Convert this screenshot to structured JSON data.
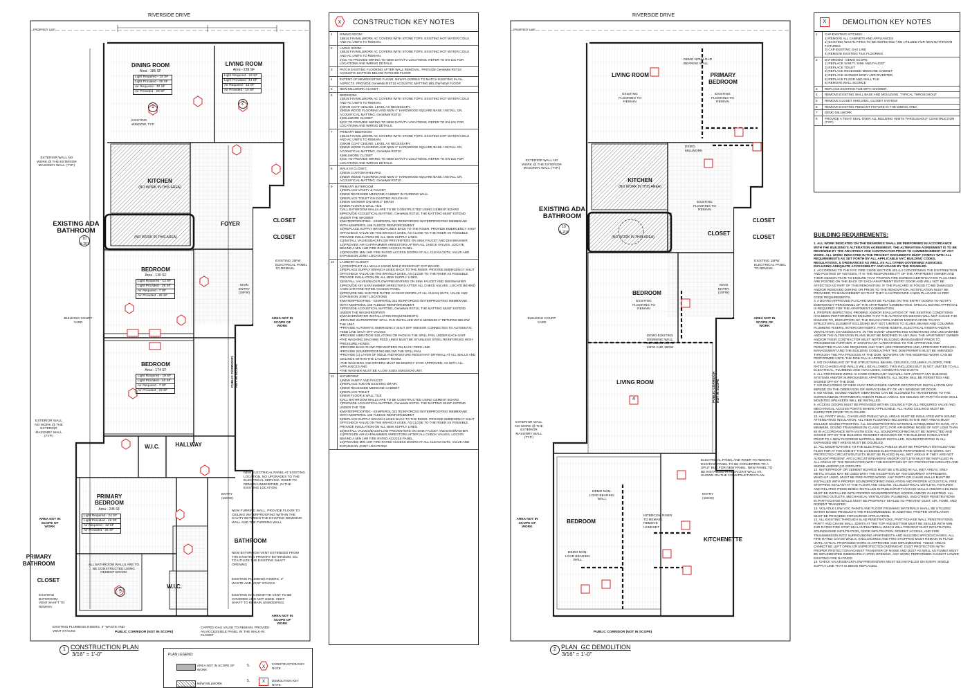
{
  "streets": {
    "left": "RIVERSIDE DRIVE",
    "right": "RIVERSIDE DRIVE",
    "property_line": "PROPERTY LINE"
  },
  "plans": {
    "construction": {
      "number": "1",
      "title": "CONSTRUCTION PLAN",
      "scale": "3/16\" = 1'-0\""
    },
    "demolition": {
      "number": "2",
      "title": "PLAN_GC DEMOLITION",
      "scale": "3/16\" = 1'-0\""
    }
  },
  "construction_rooms": {
    "dining": {
      "name": "DINING ROOM",
      "area": "Area - 186 SF",
      "rows": [
        "Light Required - 19 SF",
        "Light Provided - 45 SF",
        "Air Required - 10 SF",
        "Air Provided - 20 SF"
      ]
    },
    "living": {
      "name": "LIVING ROOM",
      "area": "Area - 239 SF",
      "rows": [
        "Light Required - 24 SF",
        "Light Provided - 44 SF",
        "Air Required - 12 SF",
        "Air Provided - 14 SF"
      ]
    },
    "kitchen": {
      "name": "KITCHEN",
      "sub": "(NO WORK IN THIS AREA)"
    },
    "ada": {
      "name": "EXISTING ADA BATHROOM",
      "sub": "(NO WORK IN THIS AREA)"
    },
    "foyer": {
      "name": "FOYER"
    },
    "closet1": {
      "name": "CLOSET"
    },
    "closet2": {
      "name": "CLOSET"
    },
    "bedroom1": {
      "name": "BEDROOM",
      "area": "Area - 130 SF",
      "rows": [
        "Light Required - 13 SF",
        "Light Provided - 26 SF",
        "Air Required - 7 SF",
        "Air Provided - 26 SF"
      ]
    },
    "bedroom2": {
      "name": "BEDROOM",
      "area": "Area - 174 SF",
      "rows": [
        "Light Required - 18 SF",
        "Light Provided - 40 SF",
        "Air Required - 7 SF",
        "Air Provided - 23 SF"
      ]
    },
    "wic": {
      "name": "W.I.C."
    },
    "hallway": {
      "name": "HALLWAY"
    },
    "primary_bedroom": {
      "name": "PRIMARY BEDROOM",
      "area": "Area - 245 SF",
      "rows": [
        "Light Required - 24 SF",
        "Light Provided - 48 SF",
        "Air Required - 12 SF",
        "Air Provided - 26 SF"
      ]
    },
    "bathroom": {
      "name": "BATHROOM"
    },
    "wic2": {
      "name": "W.I.C."
    },
    "primary_bathroom": {
      "name": "PRIMARY BATHROOM"
    },
    "closet3": {
      "name": "CLOSET"
    }
  },
  "construction_notes": {
    "court_yard": "BUILDING COURT YARD",
    "ext_wall": "EXTERIOR WALL NO WORK @ THE EXTERIOR MASONRY WALL (TYP.)",
    "ext_wall2": "EXTERIOR WALL NO WORK @ THE EXTERIOR MASONRY WALL (TYP.)",
    "existing_window": "EXISTING WINDOW, TYP.",
    "panel": "EXISTING 15FW ELECTRICAL PANEL TO REMAIN.",
    "main_entry": "MAIN ENTRY (15FW)",
    "area_not1": "AREA NOT IN SCOPE OF WORK",
    "area_not2": "AREA NOT IN SCOPE OF WORK",
    "area_not3": "AREA NOT IN SCOPE OF WORK",
    "corridor_v": "PUBLIC CORRIDOR NOT IN SCOPE",
    "corridor_h": "PUBLIC CORRIDOR (NOT IN SCOPE)",
    "new_panel": "NEW ELECTRICAL PANEL AT EXISTING LOCATION. NO UPGRADES TO THE ELECTRICAL SERVICE. RISER TO REMAIN UNMODIFIED, IN THE EXISTING LOCATION.",
    "furring": "NEW FURRING WALL. PROVIDE FLOOR TO CEILING WATERPROOFING WITHIN THE CAVITY BETWEEN THE EXISTING DEMISING WALL AND THE FURRING WALL",
    "bath_walls": "ALL BATHROOM WALLS ARE TO BE CONSTRUCTED USING CEMENT BOARD",
    "vent": "NEW BATHROOM VENT EXTENDED FROM THE EXISTING PRIMARY BATHROOM. GC TO UTILIZE THE EXISTING SHAFT OPENING",
    "plumbing": "EXISTING PLUMBING RISERS, 4\" WASTE AND VENT STACKS",
    "kitchenette_vent": "EXISTING KITCHENETTE VENT TO BE COVERED AND NOT USED. VENT SHAFT TO REMAIN UNMODIFIED.",
    "gas_valve": "CAPPED GAS VALVE TO REMAIN. PROVIDE AN ACCESSIBLE PANEL IN THE WALK-IN CLOSET",
    "bath_vent": "EXISTING BATHROOM VENT SHAFT TO REMAIN.",
    "plumbing2": "EXISTING PLUMBING RISERS, 4\" WASTE AND VENT STACKS",
    "entry": "ENTRY (15GW)"
  },
  "demolition_rooms": {
    "living": "LIVING ROOM",
    "primary": "PRIMARY BEDROOM",
    "kitchen": "KITCHEN",
    "kitchen_sub": "(NO WORK IN THIS AREA)",
    "ada": "EXISTING ADA BATHROOM",
    "ada_sub": "(NO WORK IN THIS AREA)",
    "closet1": "CLOSET",
    "closet2": "CLOSET",
    "closet3": "CLOSET",
    "bedroom": "BEDROOM",
    "living2": "LIVING ROOM",
    "bedroom2": "BEDROOM",
    "kitchenette": "KITCHENETTE"
  },
  "demolition_notes": {
    "demo_wall": "DEMO NON-LOAD BEARING WALL",
    "floor1": "EXISTING FLOORING TO REMAIN",
    "floor2": "EXISTING FLOORING TO REMAIN",
    "floor3": "EXISTING FLOORING TO REMAIN",
    "floor4": "EXISTING FLOORING TO REMAIN",
    "demo_millwork": "DEMO MILLWORK",
    "ext_wall": "EXTERIOR WALL NO WORK @ THE EXTERIOR MASONRY WALL (TYP.)",
    "ext_wall2": "EXTERIOR WALL NO WORK @ THE EXTERIOR MASONRY WALL (TYP.)",
    "court_yard": "BUILDING COURT YARD",
    "panel": "EXISTING 15FW ELECTRICAL PANEL TO REMAIN.",
    "main_entry": "MAIN ENTRY (15FW)",
    "demising": "DEMO EXISTING DEMISING WALL BETWEEN UNITS 15FW AND 15GW",
    "area_not1": "AREA NOT IN SCOPE OF WORK",
    "area_not2": "AREA NOT IN SCOPE OF WORK",
    "corridor_v": "PUBLIC CORRIDOR NOT IN SCOPE",
    "corridor_h": "PUBLIC CORRIDOR (NOT IN SCOPE)",
    "riser": "ELECTRICAL PANEL AND RISER TO REMAIN. EXISTING PANEL TO BE CONVERTED TO A SPLIT BUS FOR NEW PANEL. NEW PANEL TO BE INSTALLED IN ADJACENT WALL AS SHOWN ON THE CONSTRUCTION PLAN.",
    "intercom": "INTERCOM RISER TO REMAIN. REMOVE HANDSET",
    "demo_wall2": "DEMO NON-LOAD BEARING WALL",
    "demo_wall3": "DEMO NON-LOAD BEARING WALL",
    "entry": "ENTRY (15GW)"
  },
  "construction_key_notes": {
    "title": "CONSTRUCTION KEY NOTES",
    "items": [
      {
        "n": "1",
        "t": "DINING ROOM:\n1)BUILT-IN MILLWORK AC COVERS WITH STONE TOPS. EXISTING HOT WATER COILS AND AC UNITS TO REMAIN."
      },
      {
        "n": "2",
        "t": "LIVING ROOM:\n1)BUILT-IN MILLWORK AC COVERS WITH STONE TOPS. EXISTING HOT WATER COILS AND AC UNITS TO REMAIN.\n2)GC TO PROVIDE WIRING TO NEW DATA/TV LOCATIONS. REFER TO EN-101 FOR LOCATIONS AND WIRING DETAILS."
      },
      {
        "n": "3",
        "t": "PATCH EXISTING FLOORING AFTER WALL REMOVAL. PROVIDE GenieMat RST10 ACOUSTIC MATTING BELOW PATCHED FLOOR"
      },
      {
        "n": "4",
        "t": "EXTENT OF NEW/EXISTING FLOOR. NEW FLOORING TO MATCH EXISTING IN ALL ASPECTS. PROVIDE GenieMat RST10 ACOUSTIC MATTING BELOW NEW FLOOR"
      },
      {
        "n": "5",
        "t": "NEW MILLWORK CLOSET"
      },
      {
        "n": "6",
        "t": "BEDROOM:\n1)BUILT-IN MILLWORK AC COVERS WITH STONE TOPS. EXISTING HOT WATER COILS AND AC UNITS TO REMAIN.\n2)SKIM COAT CEILING. LEVEL AS NECESSARY.\n3)NEW WOOD FLOORING AND NEW 4\" HARDWOOD SQUARE BASE. INSTALL ON ACOUSTICAL MATTING, GenieMat RST10\n4)MILLWORK CLOSET\n5)GC TO PROVIDE WIRING TO NEW DATA/TV LOCATIONS. REFER TO EN-101 FOR LOCATIONS AND WIRING DETAILS."
      },
      {
        "n": "7",
        "t": "PRIMARY BEDROOM:\n1)BUILT-IN MILLWORK AC COVERS WITH STONE TOPS. EXISTING HOT WATER COILS AND AC UNITS TO REMAIN.\n2)SKIM COAT CEILING. LEVEL AS NECESSARY.\n3)NEW WOOD FLOORING AND NEW 4\" HARDWOOD SQUARE BASE. INSTALL ON ACOUSTICAL MATTING, GenieMat RST10\n4)MILLWORK CLOSET\n5)GC TO PROVIDE WIRING TO NEW DATA/TV LOCATIONS. REFER TO EN-101 FOR LOCATIONS AND WIRING DETAILS."
      },
      {
        "n": "8",
        "t": "WALK IN CLOSET:\n1)NEW CUSTOM SHELVING\n2)NEW WOOD FLOORING AND NEW 4\" HARDWOOD SQUARE BASE. INSTALL ON ACOUSTICAL MATTING, GenieMat RST10"
      },
      {
        "n": "9",
        "t": "PRIMARY BATHROOM:\n1)REPLACE VANITY & FAUCET\n2)NEW RECESSED MEDICINE CABINET IN FURRING WALL\n3)REPLACE TOILET ON EXISTING ROUGH-IN\n4)NEW SHOWER ON NEW 2\" DRAIN\n5)NEW FLOOR & WALL TILE\n7)ALL BATHROOM WALLS ARE TO BE CONSTRUCTED USING CEMENT BOARD\n8)PROVIDE ACOUSTICAL MATTING, GenieMat RST10. THE MATTING MUST EXTEND UNDER THE SHOWER\n9)WATERPROOFING - KEMPEROL 022 REINFORCED WATERPROOFING MEMBRANE WITH KEMPEROL 165 FLEECE REINFORCEMENT\n10)REPLACE SUPPLY BRANCH LINES BACK TO THE RISER. PROVIDE EMERGENCY SHUT OFF/CHECK VALVE ON THE BRANCH LINES, AS CLOSE TO THE RISER AS POSSIBLE. PROVIDE INSULATION ON ALL NEW SUPPLY LINES.\n11)INSTALL VALVES/BACKFLOW PREVENTERS ON SINK FAUCET AND DISHWASHER\n12)PROVIDE AIR GAP/HAMMER ARRESTORS AFTER ALL CHECK VALVES. LOCATE BEHIND A MIN 1HR FIRE RATED ACCESS PANEL.\n13)PROVIDE MIN 1HR FIRE RATED ACCESS DOORS AT ALL CLEAN OUTS, VALVE AND EXPANSION JOINT LOCATIONS"
      },
      {
        "n": "10",
        "t": "LAUNDRY CLOSET:\n1)CONSTRUCT ALL WALLS USING MOLD RESISTANT GYP BOARD.\n2)REPLACE SUPPLY BRANCH LINES BACK TO THE RISER. PROVIDE EMERGENCY SHUT OFF/CHECK VALVE ON THE BRANCH LINES, AS CLOSE TO THE RISER AS POSSIBLE. PROVIDE INSULATION ON ALL NEW SUPPLY LINES.\n3)INSTALL VALVES/BACKFLOW PREVENTERS ON SINK FAUCET AND DISHWASHER\n4)PROVIDE AIR GAP/HAMMER ARRESTORS AFTER ALL CHECK VALVES. LOCATE BEHIND A MIN 1HR FIRE RATED ACCESS PANEL.\n5)PROVIDE MIN 1HR FIRE RATED ACCESS DOORS AT ALL CLEAN OUTS, VALVE AND EXPANSION JOINT LOCATIONS\n6)WATERPROOFING - KEMPEROL 022 REINFORCED WATERPROOFING MEMBRANE WITH KEMPEROL 165 FLEECE REINFORCEMENT\n7)PROVIDE ACOUSTICAL MATTING, GenieMat RST10. THE MATTING MUST EXTEND UNDER THE WASHER/DRYER\n8)WASHER/DRYER INSTALLATION REQUIREMENTS:\n•PROVIDE WATERPROOF SPILL PAN INSTALLED WITH MINIMUM 4\" RETURNS BELOW THE UNIT.\n•PROVIDE AUTOMATIC EMERGENCY SHUT OFF SENSOR CONNECTED TO AUTOMATIC FEED LINE SHUT OFF VALVES\n•PROVIDE VIBRATION ISOLATORS OR PADS IN THE SPILL PAN, UNDER EACH UNIT\n•THE WASHING MACHINE FEED LINES MUST BE STAINLESS STEEL REINFORCED HIGH PRESSURE HOSES.\n•PROVIDE BACK FLOW PREVENTERS ON EACH FEED LINE.\n•PROVIDE SOUNDPROOFING BELOW THE SPILL PAN.\n•PROVIDE (1) LAYER OF MOLD AND MOISTURE RESISTANT DRYWALL AT ALL WALLS AND CEILINGS WITHIN THE LAUNDRY ROOM.\n•THE WASHERS AND DRYERS MUST BE ENERGY STAR APPROVED, AS WITH ALL APPLIANCES AND\n•THE WASHER MUST BE A LOW SUDS EMISSION UNIT."
      },
      {
        "n": "11",
        "t": "BATHROOM:\n1)NEW VANITY AND FAUCET\n2)REPLACE TUB ON EXISTING DRAIN\n3)NEW RECESSED MEDICINE CABINET\n4)REPLACE TOILET\n5)NEW FLOOR & WALL TILE\n6)ALL BATHROOM WALLS ARE TO BE CONSTRUCTED USING CEMENT BOARD\n7)PROVIDE ACOUSTICAL MATTING, GenieMat RST10. THE MATTING MUST EXTEND UNDER THE TUB\n8)WATERPROOFING - KEMPEROL 022 REINFORCED WATERPROOFING MEMBRANE WITH KEMPEROL 165 FLEECE REINFORCEMENT\n9)REPLACE SUPPLY BRANCH LINES BACK TO THE RISER. PROVIDE EMERGENCY SHUT OFF/CHECK VALVE ON THE BRANCH LINES, AS CLOSE TO THE RISER AS POSSIBLE. PROVIDE INSULATION ON ALL NEW SUPPLY LINES.\n10)INSTALL VALVES/BACKFLOW PREVENTERS ON SINK FAUCET AND DISHWASHER\n11)PROVIDE AIR GAP/HAMMER ARRESTORS AFTER ALL CHECK VALVES. LOCATE BEHIND A MIN 1HR FIRE RATED ACCESS PANEL.\n12)PROVIDE MIN 1HR FIRE RATED ACCESS DOORS AT ALL CLEAN OUTS, VALVE AND EXPANSION JOINT LOCATIONS"
      }
    ]
  },
  "demolition_key_notes": {
    "title": "DEMOLITION KEY NOTES",
    "items": [
      {
        "n": "1",
        "t": "CAP EXISTING KITCHEN:\n1) REMOVE ALL CABINETS AND APPLIANCES\n2) EXISTING WASTE PIPES TO BE INSPECTED AND UTILIZED FOR NEW BATHROOM FIXTURES\n3) CAP EXISTING GAS LINE\n4) REMOVE EXISTING TILE FLOORING"
      },
      {
        "n": "2",
        "t": "BATHROOM - DEMO SCOPE:\n1) REPLACE VANITY, SINK AND FAUCET\n2) REPLACE TOILET\n3) REPLACE RECESSED MEDICINE CABINET\n4) REPLACE SHOWER BODY AND DIVERTER.\n5) REPLACE FLOOR AND WALL TILE\n6) REMOVE WALL SCONCE"
      },
      {
        "n": "3",
        "t": "REPLACE EXISTING TUB WITH SHOWER."
      },
      {
        "n": "4",
        "t": "REMOVE EXISTING WALL BASE AND MOULDING. TYPICAL THROUGHOUT"
      },
      {
        "n": "5",
        "t": "REMOVE CLOSET SHELVING, CLOSET SYSTEM"
      },
      {
        "n": "6",
        "t": "REMOVE EXISTING PENDANT FIXTURE IN THE DINING AREA"
      },
      {
        "n": "7",
        "t": "DEMO MILLWORK"
      },
      {
        "n": "8",
        "t": "PROVIDE A TIGHT SEAL OVER ALL BUILDING VENTS THROUGHOUT CONSTRUCTION (TYP.)"
      }
    ]
  },
  "building_requirements": {
    "title": "BUILDING REQUIREMENTS:",
    "intro": "1. ALL WORK INDICATED ON THE DRAWINGS SHALL BE PERFORMED IN ACCORDANCE WITH THE BUILDING'S ALTERATION AGREEMENT. THE ALTERATION AGREEMENT IS TO BE REVIEWED BY THE ARCHITECT AND CONTRACTOR PRIOR TO COMMENCEMENT OF ANY WORK. ALL WORK INDICATED IN THE PROJECT DOCUMENTS MUST COMPLY WITH ALL REQUIREMENTS AS SET FORTH BY ALL APPLICABLE NYC BUILDING CODES, REGULATIONS, & ORDINANCES AS WELL AS ALL OTHER GOVERNING AGENCIES INCLUDING ADEQUATE ACCESSIBILITY AND USAGE BY THE DISABLED.",
    "body": "2. ACCORDING TO THE NYC FIRE CODE SECTION 401.6.4 CONCERNING THE DISTRIBUTION AND POSTING OF NOTICES, IT IS THE RESPONSIBILITY OF THE APARTMENT OWNER AND THEIR DESIGN TEAM TO ENSURE THAT PROPER FIRE EGRESS CERTIFICATION PLACARDS ARE POSTED ON THE BACK OF EACH APARTMENT ENTRY DOOR AND WILL NOT BE AFFECTED AS PART OF THIS RENOVATION. IF THE PLACARD IS FOUND TO BE DAMAGED AND/OR REMOVED DURING OR PRIOR TO THE RENOVATION, NOTIFICATION MUST BE PROVIDED TO MANAGEMENT SO THAT THEY CAN PROCURE A NEW PLACARD AS PER CODE REQUIREMENTS.\n3. A BOARD APPROVED PLACARD MUST BE PLACED ON THE ENTRY DOORS TO NOTIFY EMERGENCY PERSONNEL OF THE APARTMENT COMBINATION. SPECIAL BOARD APPROVAL IS REQUIRED FOR THE APARTMENT COMBINATION.\n4. PROPER INSPECTION, PROBING AND/OR EVALUATION OF THE EXISTING CONDITIONS HAS BEEN PERFORMED TO ENSURE THAT THE ALTERATION DESIGN WILL NOT CAUSE THE DAMAGE TO, DISRUPTION OF, THE RELOCATION AND/OR MODIFICATION TO ANY STRUCTURAL ELEMENT INCLUDING BUT NOT LIMITED TO SLABS, BEAMS AND COLUMNS, PLUMBING RISERS, INTERCOM RISERS, PHONE RISERS, ELECTRICAL RISERS AND/OR VENTILATION CHASES/DUCTS. IN THE EVENT UNEXPECTED CONDITIONS ARE UNCOVERED AND/OR THE ALTERATION PLANS MUST BE MODIFIED IN ANY WAY, THE APARTMENT OWNER AND/OR THEIR CONTRACTOR MUST NOTIFY BUILDING MANAGEMENT PRIOR TO PROCEEDING FURTHER. IF SIGNIFICANT ALTERATIONS TO THE APPROVED AND PERMITTED PLAN ARE REQUIRED AND THEY ARE PRESENTED AND APPROVED THROUGH MANAGEMENT AND THE BUILDING CONSULTANT THE DOB PERMITS MUST BE AMENDED THROUGH THE PAA PROCESS AT THE DOB. NO WORK ON THE MODIFIED WORK CAN BE PERFORMED UNTIL THE DOB PAA IS APPROVED.\n5. NO CHANNELING OF THE STRUCTURAL BEAMS, CEILINGS, COLUMNS, FLOORS, FIRE RATED CHASES AND WALLS WILL BE ALLOWED. THIS INCLUDES BUT IS NOT LIMITED TO ALL ELECTRICAL, PLUMBING AND HVAC LINES, CONDUITS AND DUCTS.\n6. ALL PROPOSED WORK IS CODE COMPLIANT AND WILL NOT AFFECT ANY BUILDING SYSTEMS AND/OR SURROUNDING APARTMENTS. ALL WORK WILL BE PERMITTED AND SIGNED OFF BY THE DOB.\n7. NO ENCLOSING OF NEW HVAC ENCLOSURE AND/OR DECORATIVE INSTALLATION MAY IMPEDE ON THE OPERATION OR SERVICEABILITY OF ANY WINDOW OR DOOR.\n8. NO NOISE, SOUND AND/OR VIBRATIONS CAN BE ALLOWED TO TRANSFERSE TO THE SURROUNDING APARTMENTS AND/OR PUBLIC AREAS. NO CEILING OR PARTY/CHASE WALL MOUNTED SPEAKERS WILL BE INSTALLED.\n9. ACCESS DOORS MUST BE PROVIDED WITHIN CEILINGS FOR ALL REQUIRED VALVE AND MECHANICAL ACCESS POINTS WHERE APPLICABLE. ALL HUNG CEILINGS MUST BE INSPECTED PRIOR TO CLOSURE.\n10. ALL PARTY WALL, CHASE AND PUBLIC WALL AREAS MUST BE INSULATED WITH SOUND ATTENUATING INSULATION. ALL NEW FLOORING INCLUDING IN THE WET AREAS MUST INCLUDE SOUND PROOFING. ALL SOUNDPROOFING MATERIAL IS REQUIRED TO HAVE, AT A MINIMUM, SOUND TRANSMISSION CLASS (STC) FOR AIR-BORNE NOISE OF NOT LESS THAN 60 IN ACCORDANCE WITH ASTM E336. ALL SOUNDPROOFING MUST BE INSPECTED AND SIGNED OFF BY THE BUILDING RESIDENT MANAGER OR THE BUILDING CONSULTANT PRIOR TO A NEW FLOORING MATERIAL BEING INSTALLED. SOUNDPROOFING IN ALL EXPANDED WET AREAS MUST BE DOUBLED.\n11. ALL MODIFICATIONS TO THE ELECTRICAL PANELS MUST BE PROPERLY DETAILED AND FILED FOR AT THE DOB BY THE LICENSED ELECTRICIAN PERFORMING THE WORK. GFI PROTECTED CIRCUITS/OUTLETS MUST BE PLACED IN ALL WET AREAS IF THEY ARE NOT ALREADY PRESENT. AFCI CIRCUIT BREAKERS AND/OR OUTLETS MUST BE INSTALLED IN ALL AREAS OF THE RENOVATION WITH THE EXCEPTION OF GFI PROTECTED CIRCUITS AND SMOKE AND/OR CO CIRCUITS.\n12. WATERPROOF OR CEMENT BOARDS MUST BE UTILIZED IN ALL WET AREAS. ONLY METAL STUDS MAY BE USED WITH THE EXCEPTION OF ANY DOORWAY STIFFENERS, WHICH IF USED, MUST BE FIRE RATED WOOD. ANY PARTY OR CHASE WALLS MUST BE INSTALLED WITH PROPER SOUNDPROOFING INSULATION AND PROPER ACOUSTICAL FIRE STOPPING SEALANT AT THE FLOOR AND CEILING. ALL ELECTRICAL OUTLETS, FIXTURES AND RELATED ITEMS BEING INSTALLED IN PUBLIC/PARTY/CHASE WALLS AND/OR CEILINGS MUST BE INSTALLED WITH PROPER SOUNDPROOFING HOODS AND/OR GASKETING. ALL EXISTING OUTLETS, MECHANICAL VENTILATION, PLUMBING, AND OTHER PENETRATIONS IN PARTY/CHASE WALLS MUST BE PROPERLY SEALED TO PREVENT DUST, AIR, FUME, AND RODENT TRANSFER.\n13. VOLATILE LOW VOC PAINTS AND FLOOR FINISHING MATERIALS SHALL BE UTILIZED. WATER BASED PRODUCTS ARE RECOMMENDED. IN ADDITION, PROPER VENTILATION MUST BE PROVIDED FOR DURING APPLICATION.\n14. ALL EXISTING THROUGH SLAB PENETRATIONS, PARTY/CHASE WALL PENETRATIONS, PARTY AND CHASE WALL JOINTS AT THE TOP AND BOTTOM MUST BE SEALED WITH MIN. 2HR RATED FIRE STOP SEALANT/MATERIAL WHICH WILL PREVENT DUST INFILTRATION, SOUND/NOISE INFILTRATION, ODOR INFILTRATION, RODENT ACCESS, AND FIRE TRANSMISSION INTO SURROUNDING APARTMENTS AND BUILDING SPACES/CHASES. ALL FIRE RATED CHASE WALLS, ENCLOSURES AND FIRE STOPPING MUST REMAIN IN PLACE UNTIL ACTUAL PROPOSED WORK IS APPROVED AND IMPLEMENTED. THESE AREAS CANNOT BE LEFT OPEN OR UNPROTECTED OVERNIGHT. DUST PROTECTION WITH PROPER PROTECTION AGAINST TRANSFER OF NOISE AND DUST AS WELL AS FUMES MUST BE IMPLEMENTED IMMEDIATELY UPON OPENING. ANY WORK PERFORMED CANNOT LOWER EXISTING FIRE RATINGS.\n15. CHECK VALVES/BACKFLOW PREVENTERS MUST BE INSTALLED ON EVERY SINGLE SUPPLY LINE THAT IS BEING REPLACED."
  },
  "legend": {
    "title": "PLAN LEGEND:",
    "area_not": "AREA NOT IN SCOPE OF WORK",
    "new_millwork": "NEW MILLWORK",
    "construction_num": "5.",
    "construction_key": "CONSTRUCTION KEY NOTE",
    "demolition_num": "5.",
    "demolition_key": "DEMOLITION KEY NOTE"
  },
  "section_ref": {
    "num": "10",
    "sheet": "A-201"
  },
  "colors": {
    "line": "#1a1a1a",
    "hatch": "#9a9a9a",
    "red": "#d42020",
    "gray_fill": "#b5b5b5"
  }
}
